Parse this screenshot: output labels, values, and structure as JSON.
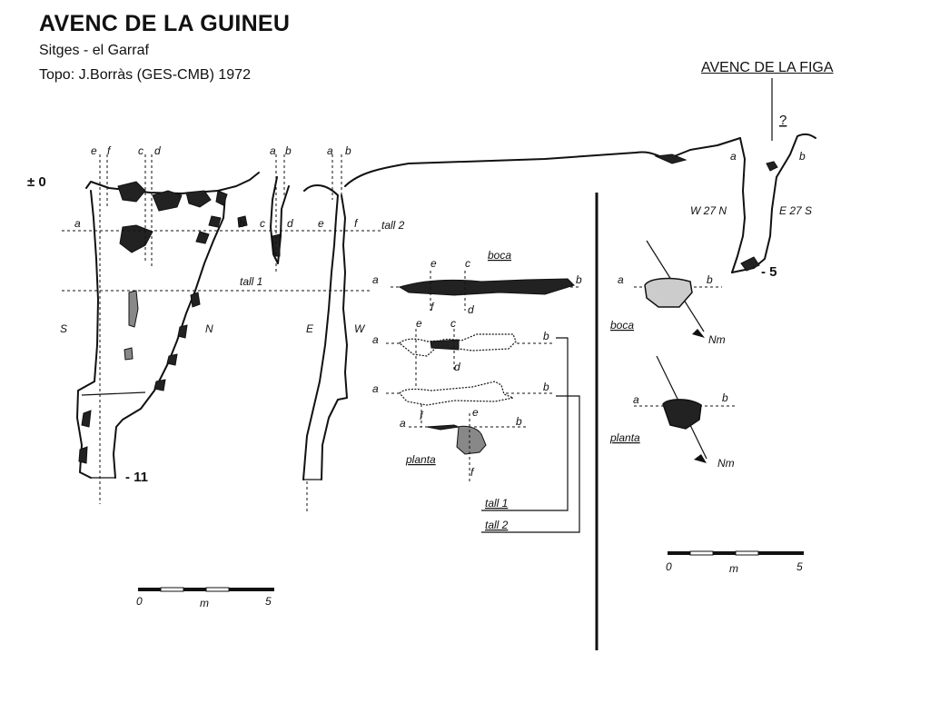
{
  "header": {
    "title": "AVENC DE LA GUINEU",
    "subtitle": "Sitges - el Garraf",
    "topo": "Topo: J.Borràs (GES-CMB)  1972"
  },
  "figa": {
    "title": "AVENC DE LA FIGA",
    "question": "?",
    "wall_left": "W 27  N",
    "wall_right": "E 27  S",
    "depth": "- 5",
    "boca_label": "boca",
    "planta_label": "planta",
    "north": "Nm",
    "scale": {
      "zero": "0",
      "unit": "m",
      "five": "5"
    }
  },
  "guineu": {
    "depth_top": "± 0",
    "depth_bottom": "- 11",
    "wall_s": "S",
    "wall_n": "N",
    "wall_e": "E",
    "wall_w": "W",
    "tall1": "tall 1",
    "tall2": "tall 2",
    "boca": "boca",
    "planta": "planta",
    "scale": {
      "zero": "0",
      "unit": "m",
      "five": "5"
    }
  },
  "letters": {
    "a": "a",
    "b": "b",
    "c": "c",
    "d": "d",
    "e": "e",
    "f": "f"
  }
}
